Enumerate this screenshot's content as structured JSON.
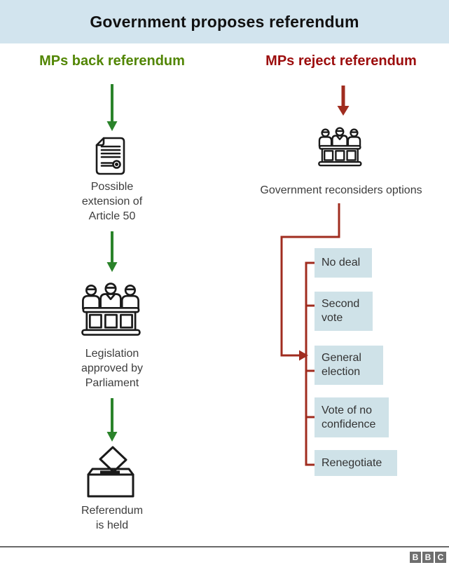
{
  "header": {
    "title": "Government proposes referendum"
  },
  "left_column": {
    "heading": "MPs back referendum",
    "steps": [
      {
        "icon": "document-icon",
        "caption": "Possible\nextension of\nArticle 50"
      },
      {
        "icon": "parliament-icon",
        "caption": "Legislation\napproved by\nParliament"
      },
      {
        "icon": "ballot-box-icon",
        "caption": "Referendum\nis held"
      }
    ]
  },
  "right_column": {
    "heading": "MPs reject referendum",
    "step": {
      "icon": "parliament-icon",
      "caption": "Government reconsiders options"
    },
    "options": [
      "No deal",
      "Second\nvote",
      "General\nelection",
      "Vote of no\nconfidence",
      "Renegotiate"
    ]
  },
  "footer": {
    "logo_name": "BBC",
    "logo_letters": [
      "B",
      "B",
      "C"
    ]
  },
  "colors": {
    "header_bg": "#d2e4ee",
    "option_box_bg": "#cfe2e8",
    "back_green": "#528604",
    "reject_red": "#9c0d0d",
    "arrow_green": "#2a832a",
    "arrow_red": "#a02c1f",
    "icon_stroke": "#1a1a1a",
    "caption_text": "#3d3d3d",
    "footer_gray": "#6e6e6e"
  }
}
